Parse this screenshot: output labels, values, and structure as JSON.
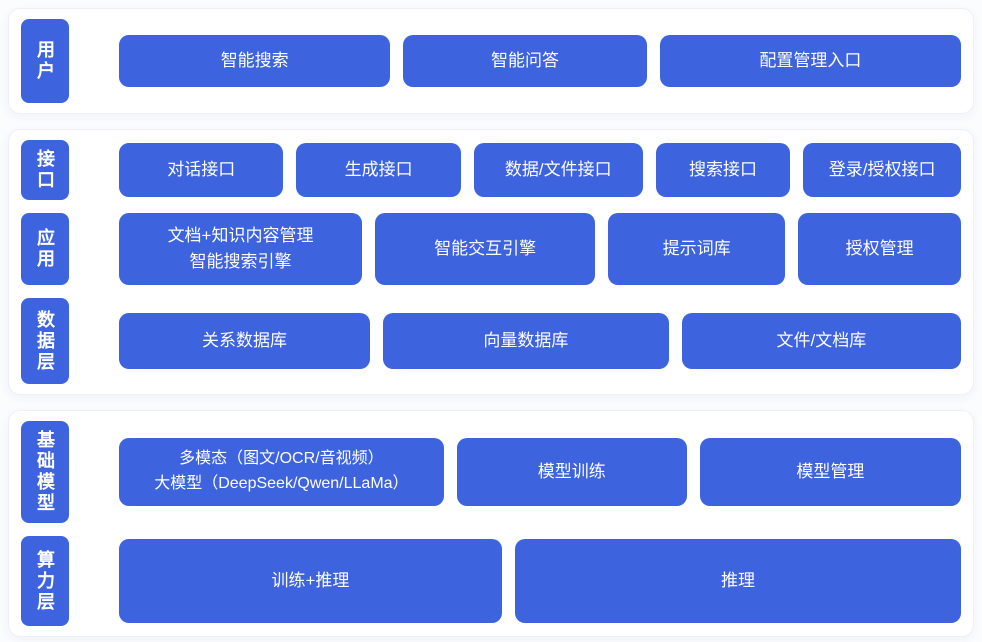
{
  "colors": {
    "button_blue": "#3d63de",
    "panel_background": "#ffffff",
    "page_background": "#fbfcfe",
    "text_on_blue": "#ffffff"
  },
  "sections": {
    "user": {
      "side_label": "用户",
      "buttons": [
        "智能搜索",
        "智能问答",
        "配置管理入口"
      ]
    },
    "platform": {
      "interface": {
        "side_label": "接口",
        "buttons": [
          "对话接口",
          "生成接口",
          "数据/文件接口",
          "搜索接口",
          "登录/授权接口"
        ]
      },
      "application": {
        "side_label": "应用",
        "buttons": [
          "文档+知识内容管理\n智能搜索引擎",
          "智能交互引擎",
          "提示词库",
          "授权管理"
        ]
      },
      "data": {
        "side_label": "数据层",
        "buttons": [
          "关系数据库",
          "向量数据库",
          "文件/文档库"
        ]
      }
    },
    "infra": {
      "model": {
        "side_label": "基础模型",
        "buttons": [
          "多模态（图文/OCR/音视频）\n大模型（DeepSeek/Qwen/LLaMa）",
          "模型训练",
          "模型管理"
        ]
      },
      "compute": {
        "side_label": "算力层",
        "buttons": [
          "训练+推理",
          "推理"
        ]
      }
    }
  }
}
